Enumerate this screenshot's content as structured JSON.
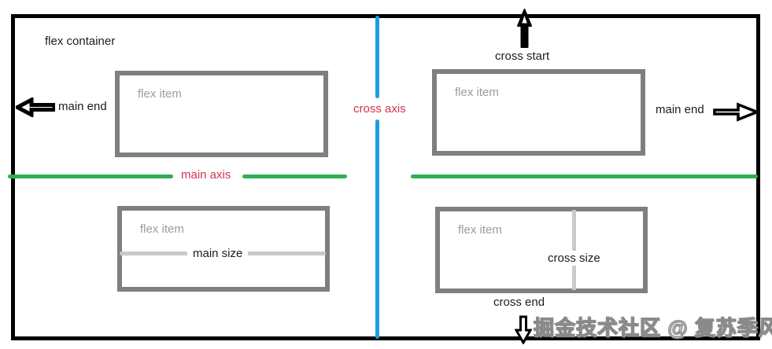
{
  "diagram": {
    "container_label": "flex container",
    "axes": {
      "main_axis_label": "main axis",
      "cross_axis_label": "cross axis",
      "main_end_left_label": "main end",
      "main_end_right_label": "main end",
      "cross_start_label": "cross start",
      "cross_end_label": "cross end"
    },
    "items": [
      {
        "label": "flex item"
      },
      {
        "label": "flex item"
      },
      {
        "label": "flex item",
        "size_label": "main size"
      },
      {
        "label": "flex item",
        "size_label": "cross size"
      }
    ],
    "colors": {
      "main_axis_line": "#2fae53",
      "cross_axis_line": "#1b9fdf",
      "axis_label_text": "#d23351",
      "item_border": "#7f7f7f",
      "item_label_text": "#9b9b9b",
      "size_line": "#c9c9c9",
      "container_border": "#000000",
      "body_text": "#1c1c1c",
      "watermark_text": "#8a8a8a"
    },
    "watermark": "掘金技术社区 @ 复苏季风"
  }
}
